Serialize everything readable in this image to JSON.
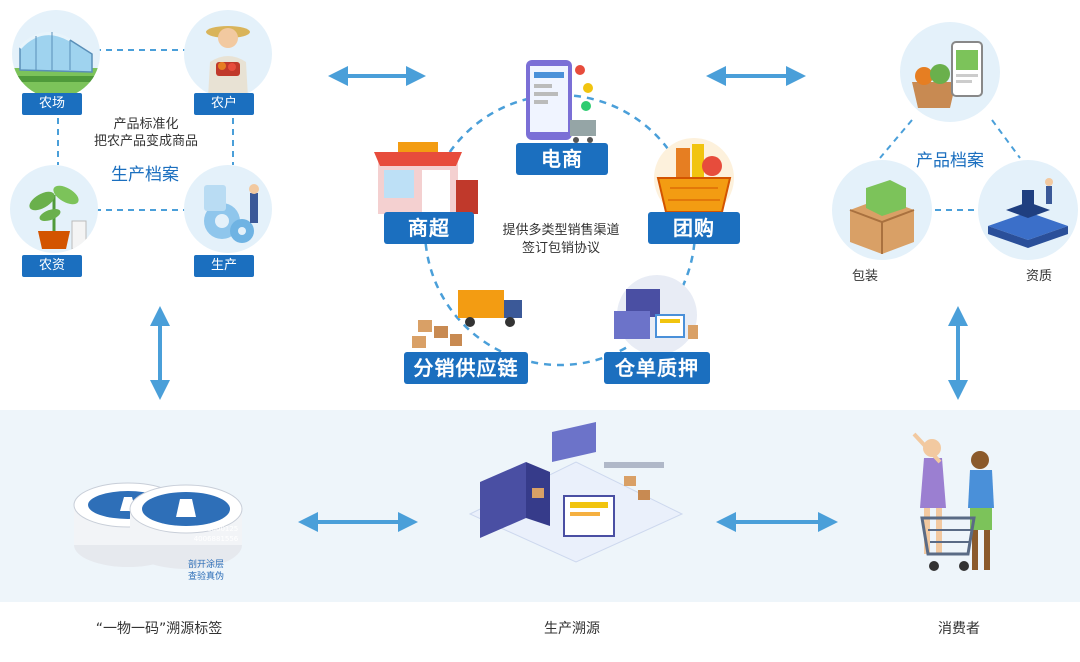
{
  "production_archive": {
    "title": "生产档案",
    "note_line1": "产品标准化",
    "note_line2": "把农产品变成商品",
    "nodes": [
      "农场",
      "农户",
      "农资",
      "生产"
    ]
  },
  "channels": {
    "center_line1": "提供多类型销售渠道",
    "center_line2": "签订包销协议",
    "items": [
      "电商",
      "商超",
      "团购",
      "分销供应链",
      "仓单质押"
    ]
  },
  "product_archive": {
    "title": "产品档案",
    "labels": [
      "包装",
      "资质"
    ]
  },
  "traceability": {
    "label_caption": "“一物一码”溯源标签",
    "production_caption": "生产溯源",
    "consumer_caption": "消费者",
    "tag_text_1": "剖开涂层",
    "tag_text_2": "查验真伪",
    "tag_phone": "1008000125",
    "tag_phone2": "4006881556"
  },
  "colors": {
    "primary_blue": "#1b6fbf",
    "arrow_blue": "#4a9fd9",
    "circle_bg": "#e4f1fa",
    "band_bg": "#eef5fa"
  }
}
